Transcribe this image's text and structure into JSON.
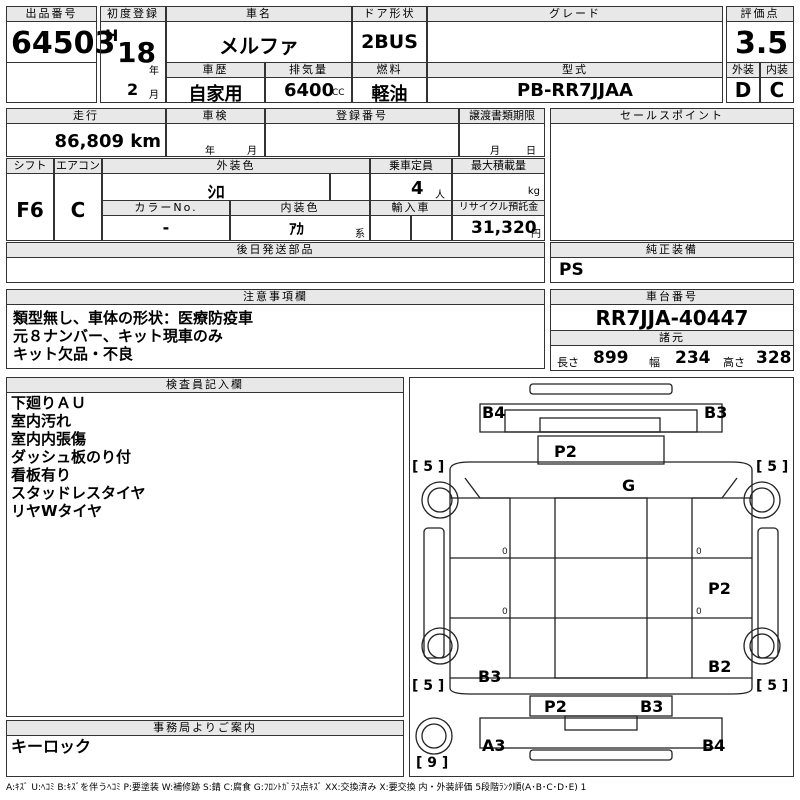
{
  "header": {
    "lot_label": "出品番号",
    "lot_value": "64503",
    "first_reg_label": "初度登録",
    "era": "H",
    "year": "18",
    "year_unit": "年",
    "month": "2",
    "month_unit": "月",
    "car_name_label": "車名",
    "car_name": "メルファ",
    "door_label": "ドア形状",
    "door": "2BUS",
    "grade_label": "グレード",
    "grade": "",
    "score_label": "評価点",
    "score": "3.5",
    "history_label": "車歴",
    "history": "自家用",
    "displacement_label": "排気量",
    "displacement": "6400",
    "displacement_unit": "CC",
    "fuel_label": "燃料",
    "fuel": "軽油",
    "model_label": "型式",
    "model": "PB-RR7JJAA",
    "exterior_label": "外装",
    "exterior": "D",
    "interior_label": "内装",
    "interior": "C"
  },
  "row2": {
    "mileage_label": "走行",
    "mileage": "86,809 km",
    "inspection_label": "車検",
    "ins_year": "年",
    "ins_month": "月",
    "regno_label": "登録番号",
    "transfer_label": "譲渡書類期限",
    "tr_month": "月",
    "tr_day": "日",
    "sales_label": "セールスポイント"
  },
  "row3": {
    "shift_label": "シフト",
    "shift": "F6",
    "ac_label": "エアコン",
    "ac": "C",
    "ext_color_label": "外装色",
    "ext_color": "ｼﾛ",
    "capacity_label": "乗車定員",
    "capacity": "4",
    "capacity_unit": "人",
    "load_label": "最大積載量",
    "load_unit": "kg",
    "color_no_label": "カラーNo.",
    "color_no": "-",
    "int_color_label": "内装色",
    "int_color": "ｱｶ",
    "int_color_unit": "系",
    "import_label": "輸入車",
    "recycle_label": "リサイクル預託金",
    "recycle": "31,320",
    "recycle_unit": "円"
  },
  "later": {
    "label": "後日発送部品",
    "genuine_label": "純正装備",
    "genuine": "PS"
  },
  "notes": {
    "label": "注意事項欄",
    "lines": [
      "類型無し、車体の形状：医療防疫車",
      "元８ナンバー、キット現車のみ",
      "キット欠品・不良"
    ]
  },
  "chassis": {
    "label": "車台番号",
    "value": "RR7JJA-40447",
    "dims_label": "諸元",
    "len_label": "長さ",
    "len": "899",
    "wid_label": "幅",
    "wid": "234",
    "hgt_label": "高さ",
    "hgt": "328"
  },
  "inspector": {
    "label": "検査員記入欄",
    "lines": [
      "下廻りＡＵ",
      "室内汚れ",
      "室内内張傷",
      "ダッシュ板のり付",
      "看板有り",
      "スタッドレスタイヤ",
      "リヤWタイヤ"
    ]
  },
  "office": {
    "label": "事務局よりご案内",
    "text": "キーロック"
  },
  "diagram": {
    "marks": [
      "B4",
      "B3",
      "P2",
      "G",
      "P2",
      "B2",
      "B3",
      "P2",
      "B3",
      "A3",
      "B4"
    ],
    "tires": [
      "[ 5 ]",
      "[ 5 ]",
      "[ 5 ]",
      "[ 5 ]",
      "[ 9 ]"
    ]
  },
  "legend": "A:ｷｽﾞ  U:ﾍｺﾐ  B:ｷｽﾞを伴うﾍｺﾐ  P:要塗装  W:補修跡  S:錆  C:腐食  G:ﾌﾛﾝﾄｶﾞﾗｽ点ｷｽﾞ  XX:交換済み  X:要交換  内・外装評価  5段階ﾗﾝｸ順(A･B･C･D･E)  1"
}
